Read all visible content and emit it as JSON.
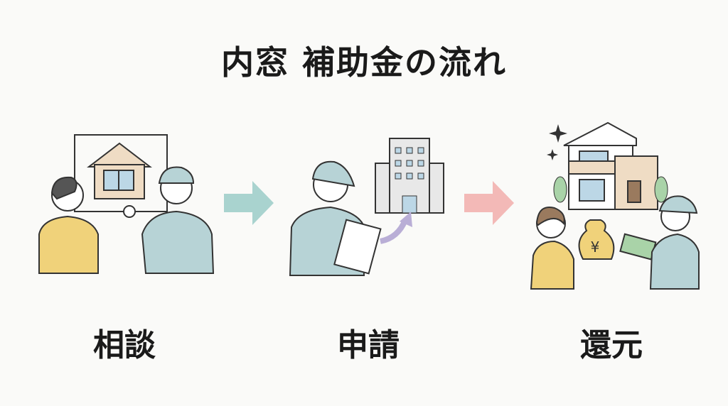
{
  "title": "内窓 補助金の流れ",
  "steps": [
    {
      "label": "相談"
    },
    {
      "label": "申請"
    },
    {
      "label": "還元"
    }
  ],
  "money_symbol": "¥",
  "colors": {
    "arrow1": "#a9d3cf",
    "arrow2": "#f3b9b7",
    "uniform": "#b7d3d6",
    "customer": "#f0d27a",
    "house": "#efdcc4"
  }
}
